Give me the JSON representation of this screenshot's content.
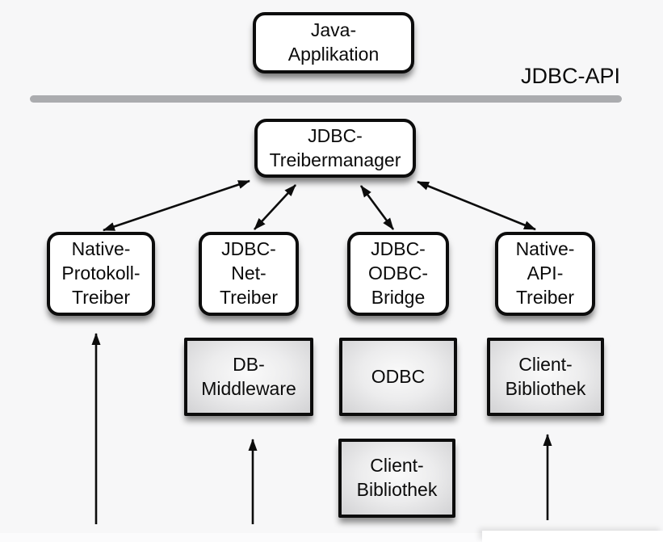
{
  "labels": {
    "jdbc_api": "JDBC-API"
  },
  "nodes": {
    "java_app": "Java-\nApplikation",
    "treibermanager": "JDBC-\nTreibermanager",
    "native_protokoll": "Native-\nProtokoll-\nTreiber",
    "jdbc_net": "JDBC-\nNet-\nTreiber",
    "jdbc_odbc": "JDBC-\nODBC-\nBridge",
    "native_api": "Native-\nAPI-\nTreiber",
    "db_middleware": "DB-\nMiddleware",
    "odbc": "ODBC",
    "client_bibliothek_odbc": "Client-\nBibliothek",
    "client_bibliothek_api": "Client-\nBibliothek"
  },
  "edges": [
    {
      "from": "treibermanager",
      "to": "native_protokoll",
      "type": "bidirectional"
    },
    {
      "from": "treibermanager",
      "to": "jdbc_net",
      "type": "bidirectional"
    },
    {
      "from": "treibermanager",
      "to": "jdbc_odbc",
      "type": "bidirectional"
    },
    {
      "from": "treibermanager",
      "to": "native_api",
      "type": "bidirectional"
    },
    {
      "from": "below",
      "to": "native_protokoll",
      "type": "arrow-up"
    },
    {
      "from": "below",
      "to": "db_middleware",
      "type": "arrow-up"
    },
    {
      "from": "below",
      "to": "client_bibliothek_api",
      "type": "arrow-up"
    }
  ],
  "colors": {
    "background": "#f7f7f8",
    "box_border": "#0c0c0c",
    "white_box_fill": "#ffffff",
    "gray_box_edge": "#d2d2d4",
    "gray_box_center": "#fafafa",
    "api_line": "#abacaf",
    "text": "#0b0b0b"
  }
}
